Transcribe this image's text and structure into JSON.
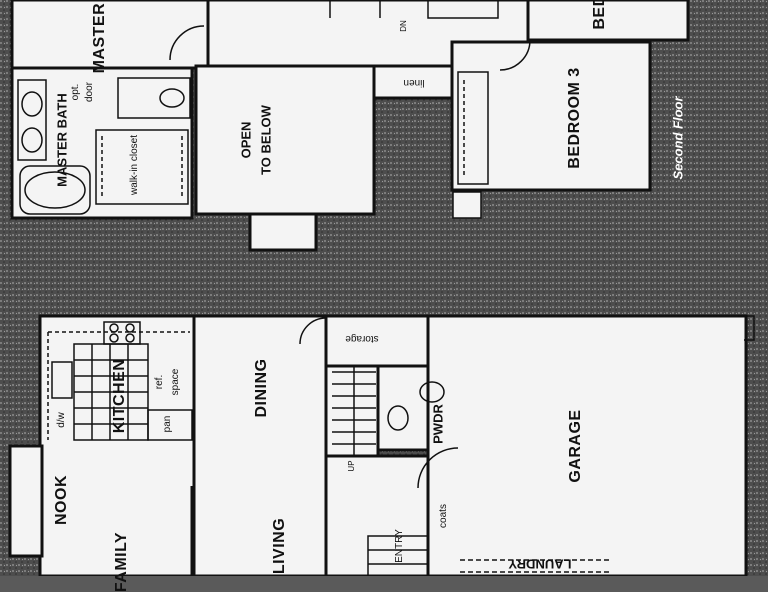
{
  "floor_label": "Second Floor",
  "rooms": {
    "master_bed": "MASTER BED",
    "bedroom3": "BEDROOM 3",
    "bed_top_right": "BED",
    "master_bath": "MASTER BATH",
    "walkin_closet": "walk-in closet",
    "open_below_1": "OPEN",
    "open_below_2": "TO BELOW",
    "linen": "linen",
    "opt_door_1": "opt.",
    "opt_door_2": "door",
    "dn": "DN",
    "kitchen": "KITCHEN",
    "dining": "DINING",
    "living": "LIVING",
    "nook": "NOOK",
    "family": "FAMILY",
    "garage": "GARAGE",
    "pwdr": "PWDR",
    "storage": "storage",
    "up": "UP",
    "entry": "ENTRY",
    "coats": "coats",
    "laundry": "LAUNDRY",
    "dw": "d/w",
    "pan": "pan",
    "ref_space_1": "ref.",
    "ref_space_2": "space"
  },
  "colors": {
    "background": "#5a5a5a",
    "floor": "#f4f4f4",
    "wall": "#111111"
  }
}
